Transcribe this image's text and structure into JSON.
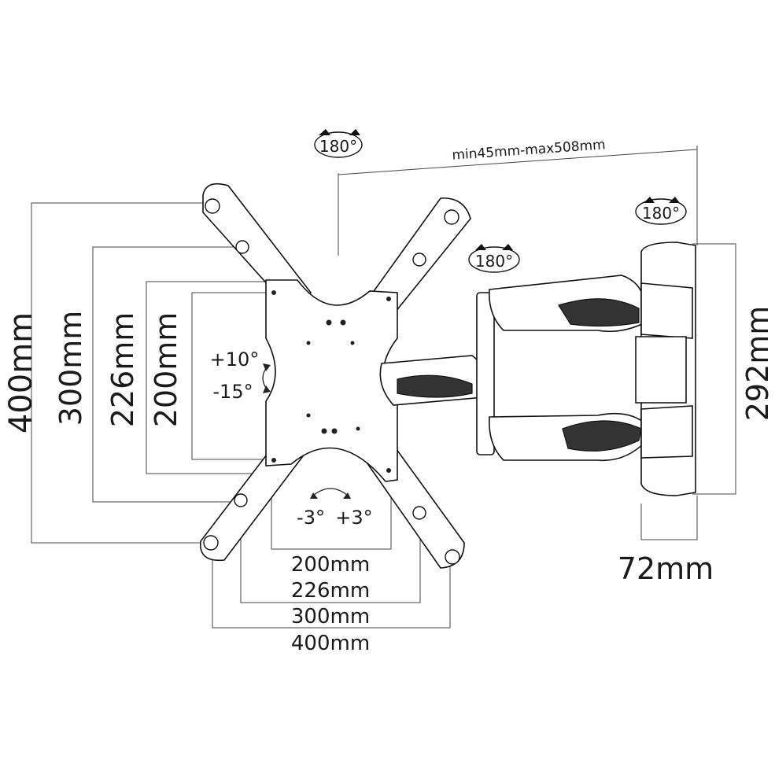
{
  "rotation": {
    "top_label": "180°",
    "right_label": "180°",
    "middle_label": "180°"
  },
  "extension": {
    "label": "min45mm-max508mm"
  },
  "vertical_dims": {
    "d400": "400mm",
    "d300": "300mm",
    "d226": "226mm",
    "d200": "200mm"
  },
  "horizontal_dims": {
    "d200": "200mm",
    "d226": "226mm",
    "d300": "300mm",
    "d400": "400mm"
  },
  "tilt": {
    "up": "+10°",
    "down": "-15°"
  },
  "swivel": {
    "left": "-3°",
    "right": "+3°"
  },
  "wall_plate": {
    "height": "292mm",
    "depth": "72mm"
  }
}
